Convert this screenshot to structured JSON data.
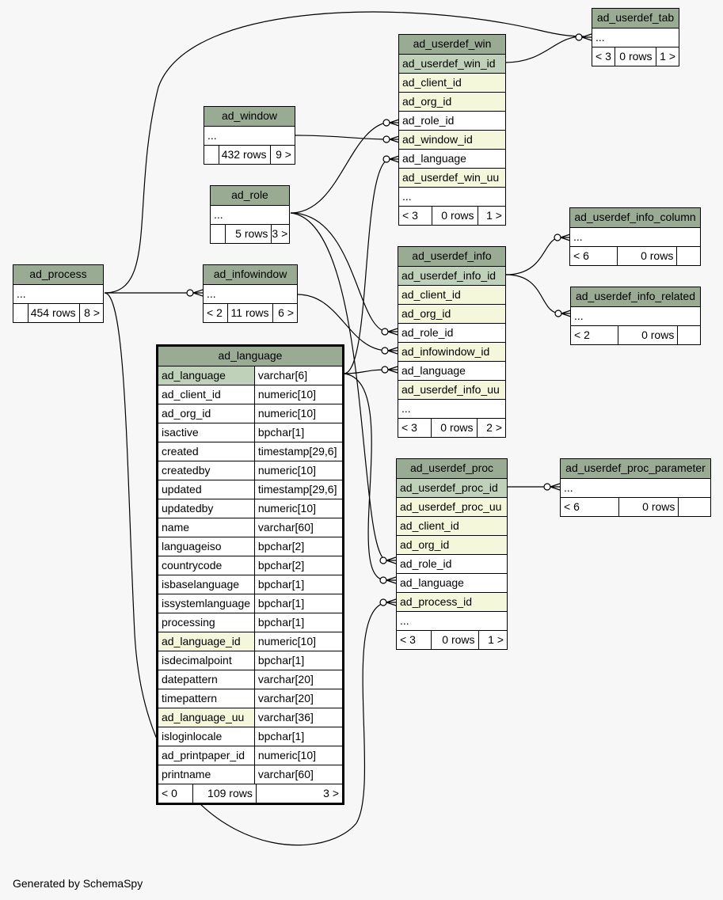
{
  "footer_text": "Generated by SchemaSpy",
  "tables": {
    "ad_userdef_tab": {
      "name": "ad_userdef_tab",
      "rows": [
        {
          "name": "...",
          "kind": "plain"
        }
      ],
      "footer": [
        "< 3",
        "0 rows",
        "1 >"
      ]
    },
    "ad_userdef_win": {
      "name": "ad_userdef_win",
      "rows": [
        {
          "name": "ad_userdef_win_id",
          "kind": "pk"
        },
        {
          "name": "ad_client_id",
          "kind": "fk"
        },
        {
          "name": "ad_org_id",
          "kind": "fk"
        },
        {
          "name": "ad_role_id",
          "kind": "plain"
        },
        {
          "name": "ad_window_id",
          "kind": "fk"
        },
        {
          "name": "ad_language",
          "kind": "plain"
        },
        {
          "name": "ad_userdef_win_uu",
          "kind": "fk"
        },
        {
          "name": "...",
          "kind": "plain"
        }
      ],
      "footer": [
        "< 3",
        "0 rows",
        "1 >"
      ]
    },
    "ad_window": {
      "name": "ad_window",
      "rows": [
        {
          "name": "...",
          "kind": "plain"
        }
      ],
      "footer": [
        "",
        "432 rows",
        "9 >"
      ]
    },
    "ad_role": {
      "name": "ad_role",
      "rows": [
        {
          "name": "...",
          "kind": "plain"
        }
      ],
      "footer": [
        "",
        "5 rows",
        "3 >"
      ]
    },
    "ad_process": {
      "name": "ad_process",
      "rows": [
        {
          "name": "...",
          "kind": "plain"
        }
      ],
      "footer": [
        "",
        "454 rows",
        "8 >"
      ]
    },
    "ad_infowindow": {
      "name": "ad_infowindow",
      "rows": [
        {
          "name": "...",
          "kind": "plain"
        }
      ],
      "footer": [
        "< 2",
        "11 rows",
        "6 >"
      ]
    },
    "ad_userdef_info": {
      "name": "ad_userdef_info",
      "rows": [
        {
          "name": "ad_userdef_info_id",
          "kind": "pk"
        },
        {
          "name": "ad_client_id",
          "kind": "fk"
        },
        {
          "name": "ad_org_id",
          "kind": "fk"
        },
        {
          "name": "ad_role_id",
          "kind": "plain"
        },
        {
          "name": "ad_infowindow_id",
          "kind": "fk"
        },
        {
          "name": "ad_language",
          "kind": "plain"
        },
        {
          "name": "ad_userdef_info_uu",
          "kind": "fk"
        },
        {
          "name": "...",
          "kind": "plain"
        }
      ],
      "footer": [
        "< 3",
        "0 rows",
        "2 >"
      ]
    },
    "ad_userdef_info_column": {
      "name": "ad_userdef_info_column",
      "rows": [
        {
          "name": "...",
          "kind": "plain"
        }
      ],
      "footer": [
        "< 6",
        "0 rows",
        ""
      ]
    },
    "ad_userdef_info_related": {
      "name": "ad_userdef_info_related",
      "rows": [
        {
          "name": "...",
          "kind": "plain"
        }
      ],
      "footer": [
        "< 2",
        "0 rows",
        ""
      ]
    },
    "ad_userdef_proc": {
      "name": "ad_userdef_proc",
      "rows": [
        {
          "name": "ad_userdef_proc_id",
          "kind": "pk"
        },
        {
          "name": "ad_userdef_proc_uu",
          "kind": "fk"
        },
        {
          "name": "ad_client_id",
          "kind": "fk"
        },
        {
          "name": "ad_org_id",
          "kind": "fk"
        },
        {
          "name": "ad_role_id",
          "kind": "plain"
        },
        {
          "name": "ad_language",
          "kind": "plain"
        },
        {
          "name": "ad_process_id",
          "kind": "fk"
        },
        {
          "name": "...",
          "kind": "plain"
        }
      ],
      "footer": [
        "< 3",
        "0 rows",
        "1 >"
      ]
    },
    "ad_userdef_proc_parameter": {
      "name": "ad_userdef_proc_parameter",
      "rows": [
        {
          "name": "...",
          "kind": "plain"
        }
      ],
      "footer": [
        "< 6",
        "0 rows",
        ""
      ]
    },
    "ad_language": {
      "name": "ad_language",
      "rows": [
        {
          "name": "ad_language",
          "type": "varchar[6]",
          "kind": "pk"
        },
        {
          "name": "ad_client_id",
          "type": "numeric[10]",
          "kind": "plain"
        },
        {
          "name": "ad_org_id",
          "type": "numeric[10]",
          "kind": "plain"
        },
        {
          "name": "isactive",
          "type": "bpchar[1]",
          "kind": "plain"
        },
        {
          "name": "created",
          "type": "timestamp[29,6]",
          "kind": "plain"
        },
        {
          "name": "createdby",
          "type": "numeric[10]",
          "kind": "plain"
        },
        {
          "name": "updated",
          "type": "timestamp[29,6]",
          "kind": "plain"
        },
        {
          "name": "updatedby",
          "type": "numeric[10]",
          "kind": "plain"
        },
        {
          "name": "name",
          "type": "varchar[60]",
          "kind": "plain"
        },
        {
          "name": "languageiso",
          "type": "bpchar[2]",
          "kind": "plain"
        },
        {
          "name": "countrycode",
          "type": "bpchar[2]",
          "kind": "plain"
        },
        {
          "name": "isbaselanguage",
          "type": "bpchar[1]",
          "kind": "plain"
        },
        {
          "name": "issystemlanguage",
          "type": "bpchar[1]",
          "kind": "plain"
        },
        {
          "name": "processing",
          "type": "bpchar[1]",
          "kind": "plain"
        },
        {
          "name": "ad_language_id",
          "type": "numeric[10]",
          "kind": "fk"
        },
        {
          "name": "isdecimalpoint",
          "type": "bpchar[1]",
          "kind": "plain"
        },
        {
          "name": "datepattern",
          "type": "varchar[20]",
          "kind": "plain"
        },
        {
          "name": "timepattern",
          "type": "varchar[20]",
          "kind": "plain"
        },
        {
          "name": "ad_language_uu",
          "type": "varchar[36]",
          "kind": "fk"
        },
        {
          "name": "isloginlocale",
          "type": "bpchar[1]",
          "kind": "plain"
        },
        {
          "name": "ad_printpaper_id",
          "type": "numeric[10]",
          "kind": "plain"
        },
        {
          "name": "printname",
          "type": "varchar[60]",
          "kind": "plain"
        }
      ],
      "footer": [
        "< 0",
        "109 rows",
        "3 >"
      ]
    }
  }
}
